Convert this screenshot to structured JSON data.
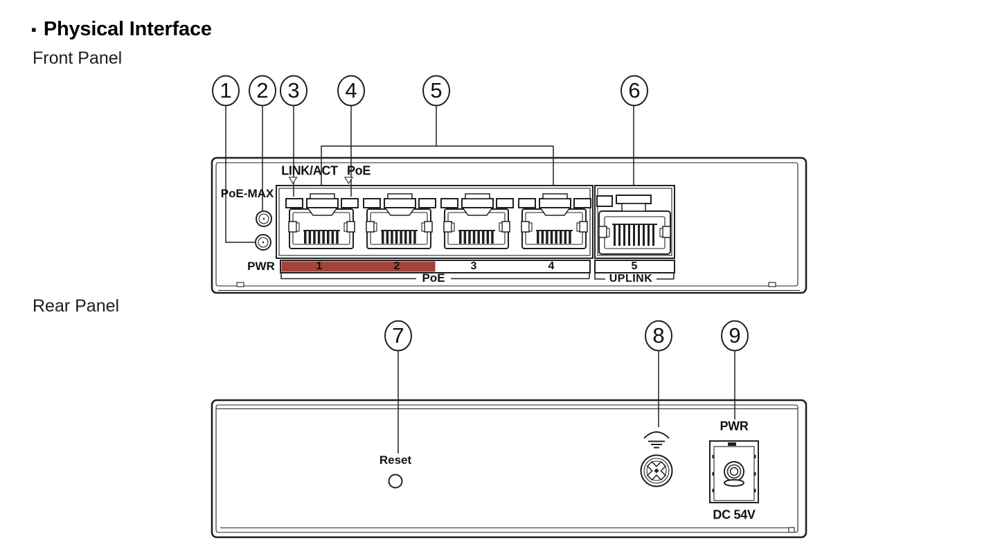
{
  "page": {
    "bullet": "▪",
    "title": "Physical Interface",
    "front_section_label": "Front Panel",
    "rear_section_label": "Rear Panel"
  },
  "front_panel": {
    "callouts": [
      "1",
      "2",
      "3",
      "4",
      "5",
      "6"
    ],
    "link_act_label": "LINK/ACT",
    "poe_led_label": "PoE",
    "poe_max_label": "PoE-MAX",
    "pwr_label": "PWR",
    "port_numbers": [
      "1",
      "2",
      "3",
      "4"
    ],
    "uplink_port_number": "5",
    "poe_group_label": "PoE",
    "uplink_group_label": "UPLINK",
    "poe_highlight_color": "#A5423B"
  },
  "rear_panel": {
    "callouts": [
      "7",
      "8",
      "9"
    ],
    "reset_label": "Reset",
    "pwr_label": "PWR",
    "dc_input_label": "DC 54V"
  }
}
